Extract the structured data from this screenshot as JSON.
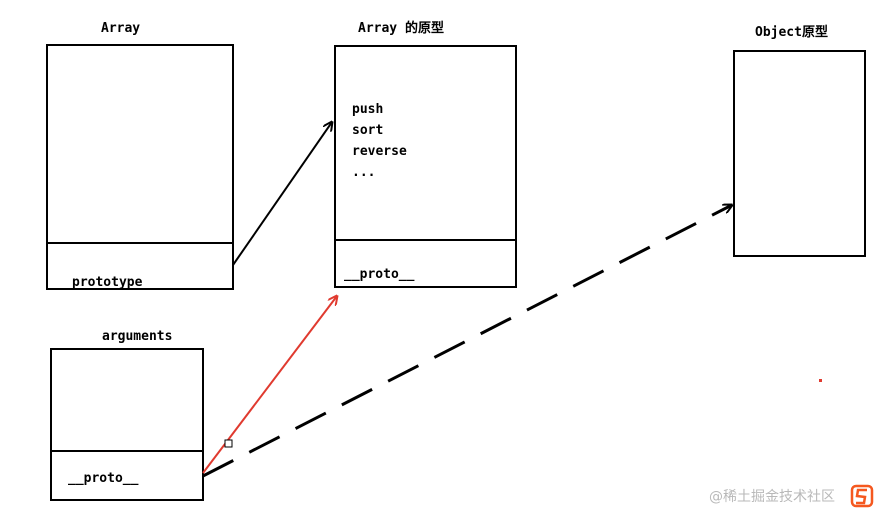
{
  "boxes": {
    "array": {
      "title": "Array",
      "slot": "prototype"
    },
    "array_proto": {
      "title": "Array 的原型",
      "methods": [
        "push",
        "sort",
        "reverse",
        "..."
      ],
      "slot": "__proto__"
    },
    "object_proto": {
      "title": "Object原型"
    },
    "arguments": {
      "title": "arguments",
      "slot": "__proto__"
    }
  },
  "colors": {
    "line": "#000000",
    "red_arrow": "#e03a2f",
    "watermark": "#b9b9b9",
    "logo": "#f5581f"
  },
  "watermark": {
    "text": "@稀土掘金技术社区"
  }
}
